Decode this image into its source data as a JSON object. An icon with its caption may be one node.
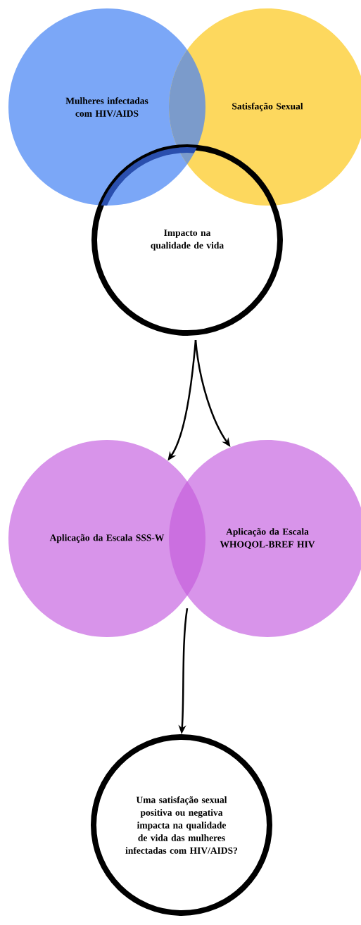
{
  "diagram": {
    "nodes": [
      {
        "text": [
          "Mulheres infectadas com HIV/AIDS"
        ]
      },
      {
        "text": [
          "Satisfação Sexual"
        ]
      },
      {
        "text": [
          "Impacto na qualidade de vida"
        ]
      },
      {
        "text": [
          "Aplicação da Escala SSS-W"
        ]
      },
      {
        "text": [
          "Aplicação da Escala WHOQOL-BREF HIV"
        ]
      },
      {
        "text": [
          "Uma satisfação sexual positiva ou negativa impacta na qualidade de vida das mulheres infectadas com HIV/AIDS?"
        ]
      }
    ],
    "edges": [
      {
        "from": 2,
        "to": 3,
        "arrow": "to"
      },
      {
        "from": 2,
        "to": 4,
        "arrow": "to"
      },
      {
        "from": 3,
        "to": 5,
        "arrow": "to"
      },
      {
        "from": 4,
        "to": 5,
        "arrow": "to"
      }
    ]
  }
}
